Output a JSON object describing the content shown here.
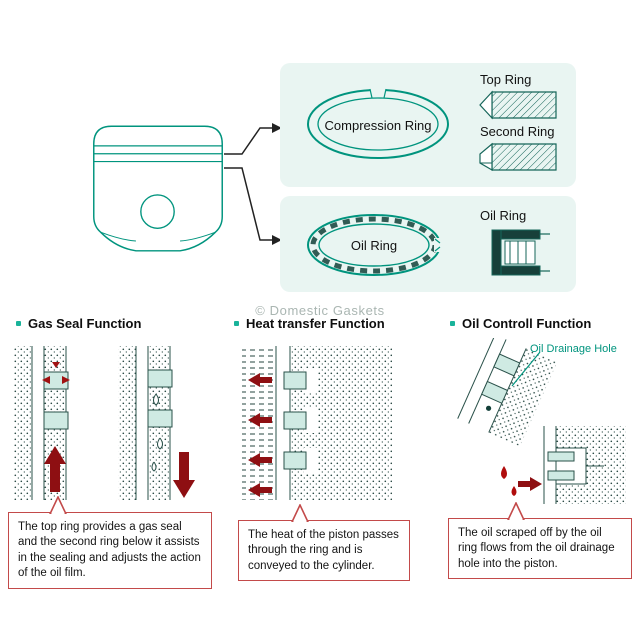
{
  "watermark": "© Domestic Gaskets",
  "colors": {
    "teal": "#00947e",
    "panel_bg": "#e9f5f2",
    "ring_fill": "#cfeae3",
    "dark_red": "#8e0f12",
    "callout_border": "#c34a4a"
  },
  "top": {
    "compression_panel": {
      "ring_label": "Compression Ring",
      "top_ring_label": "Top Ring",
      "second_ring_label": "Second Ring"
    },
    "oil_panel": {
      "ring_label": "Oil Ring",
      "section_label": "Oil Ring"
    }
  },
  "sections": {
    "gas_seal": {
      "title": "Gas Seal Function",
      "callout": "The top ring provides a gas seal and the second ring below it assists in the sealing and adjusts the action of the oil film."
    },
    "heat_transfer": {
      "title": "Heat transfer Function",
      "callout": "The heat of the piston passes through the ring and is conveyed to the cylinder."
    },
    "oil_control": {
      "title": "Oil Controll Function",
      "annotation": "Oil Drainage Hole",
      "callout": "The oil scraped off by the oil ring flows from the oil drainage hole into the piston."
    }
  }
}
